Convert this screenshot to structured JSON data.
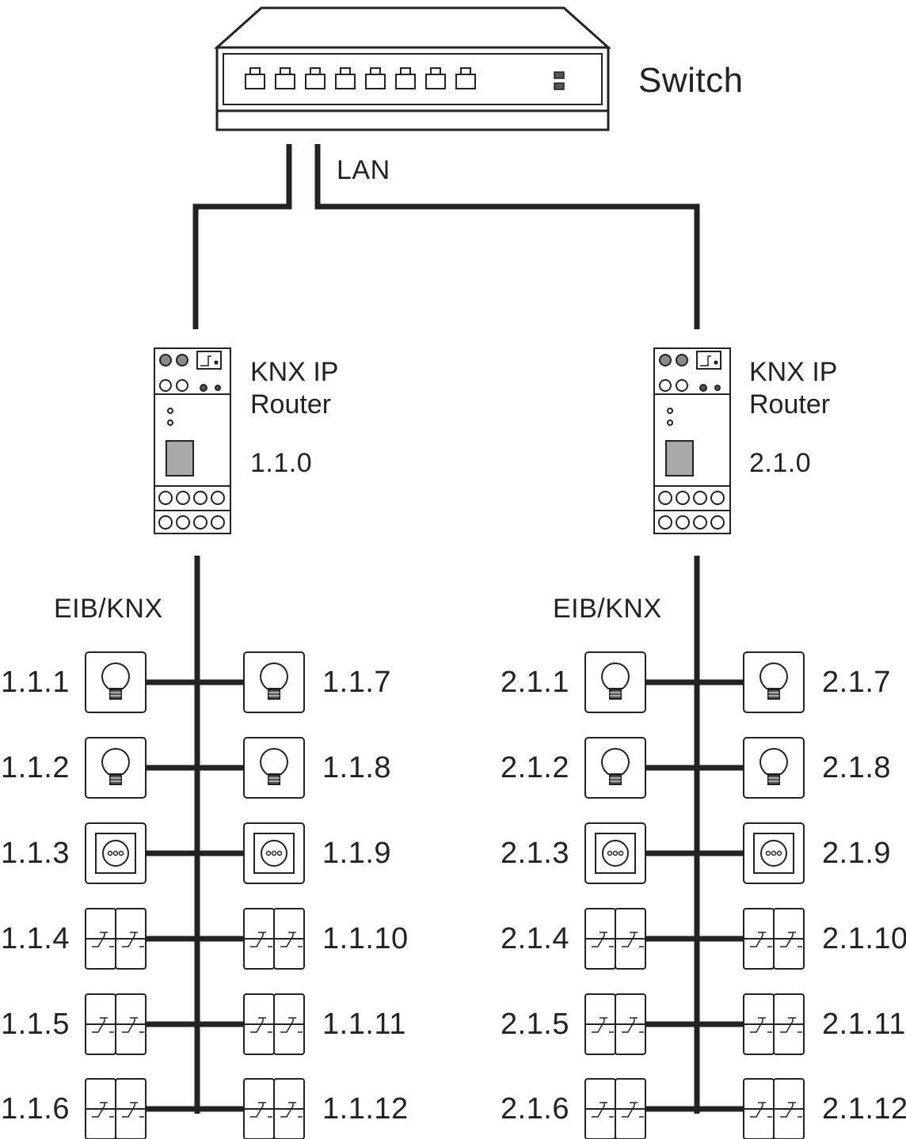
{
  "switch": {
    "label": "Switch",
    "port_count": 8
  },
  "lan": {
    "label": "LAN"
  },
  "lines": [
    {
      "router": {
        "name_line1": "KNX IP",
        "name_line2": "Router",
        "address": "1.1.0"
      },
      "bus_label": "EIB/KNX",
      "left_devices": [
        {
          "address": "1.1.1",
          "type": "lamp"
        },
        {
          "address": "1.1.2",
          "type": "lamp"
        },
        {
          "address": "1.1.3",
          "type": "socket"
        },
        {
          "address": "1.1.4",
          "type": "switch"
        },
        {
          "address": "1.1.5",
          "type": "switch"
        },
        {
          "address": "1.1.6",
          "type": "switch"
        }
      ],
      "right_devices": [
        {
          "address": "1.1.7",
          "type": "lamp"
        },
        {
          "address": "1.1.8",
          "type": "lamp"
        },
        {
          "address": "1.1.9",
          "type": "socket"
        },
        {
          "address": "1.1.10",
          "type": "switch"
        },
        {
          "address": "1.1.11",
          "type": "switch"
        },
        {
          "address": "1.1.12",
          "type": "switch"
        }
      ]
    },
    {
      "router": {
        "name_line1": "KNX IP",
        "name_line2": "Router",
        "address": "2.1.0"
      },
      "bus_label": "EIB/KNX",
      "left_devices": [
        {
          "address": "2.1.1",
          "type": "lamp"
        },
        {
          "address": "2.1.2",
          "type": "lamp"
        },
        {
          "address": "2.1.3",
          "type": "socket"
        },
        {
          "address": "2.1.4",
          "type": "switch"
        },
        {
          "address": "2.1.5",
          "type": "switch"
        },
        {
          "address": "2.1.6",
          "type": "switch"
        }
      ],
      "right_devices": [
        {
          "address": "2.1.7",
          "type": "lamp"
        },
        {
          "address": "2.1.8",
          "type": "lamp"
        },
        {
          "address": "2.1.9",
          "type": "socket"
        },
        {
          "address": "2.1.10",
          "type": "switch"
        },
        {
          "address": "2.1.11",
          "type": "switch"
        },
        {
          "address": "2.1.12",
          "type": "switch"
        }
      ]
    }
  ]
}
